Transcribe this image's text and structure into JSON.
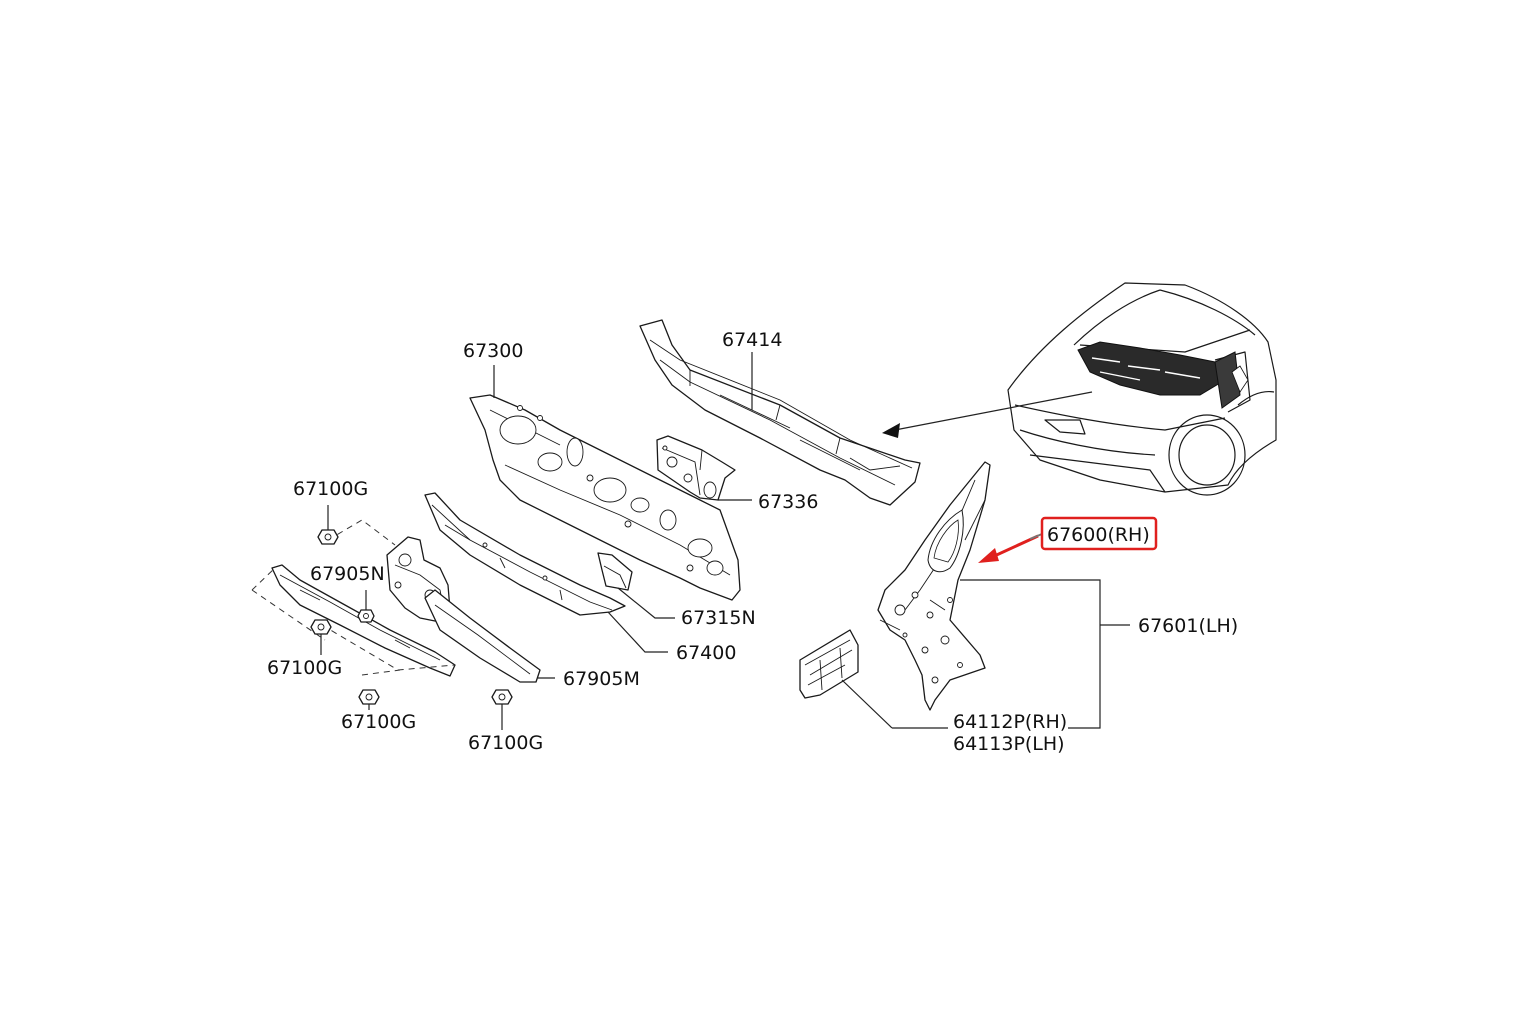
{
  "labels": {
    "p67300": "67300",
    "p67414": "67414",
    "p67336": "67336",
    "p67100g_top": "67100G",
    "p67905n": "67905N",
    "p67100g_left": "67100G",
    "p67100g_mid": "67100G",
    "p67100g_bottom": "67100G",
    "p67315n": "67315N",
    "p67400": "67400",
    "p67905m": "67905M",
    "p67600": "67600(RH)",
    "p67601": "67601(LH)",
    "p64112p": "64112P(RH)",
    "p64113p": "64113P(LH)"
  },
  "highlight_label": "p67600",
  "colors": {
    "highlight": "#e0201e",
    "line": "#1a1a1a",
    "background": "#ffffff"
  }
}
